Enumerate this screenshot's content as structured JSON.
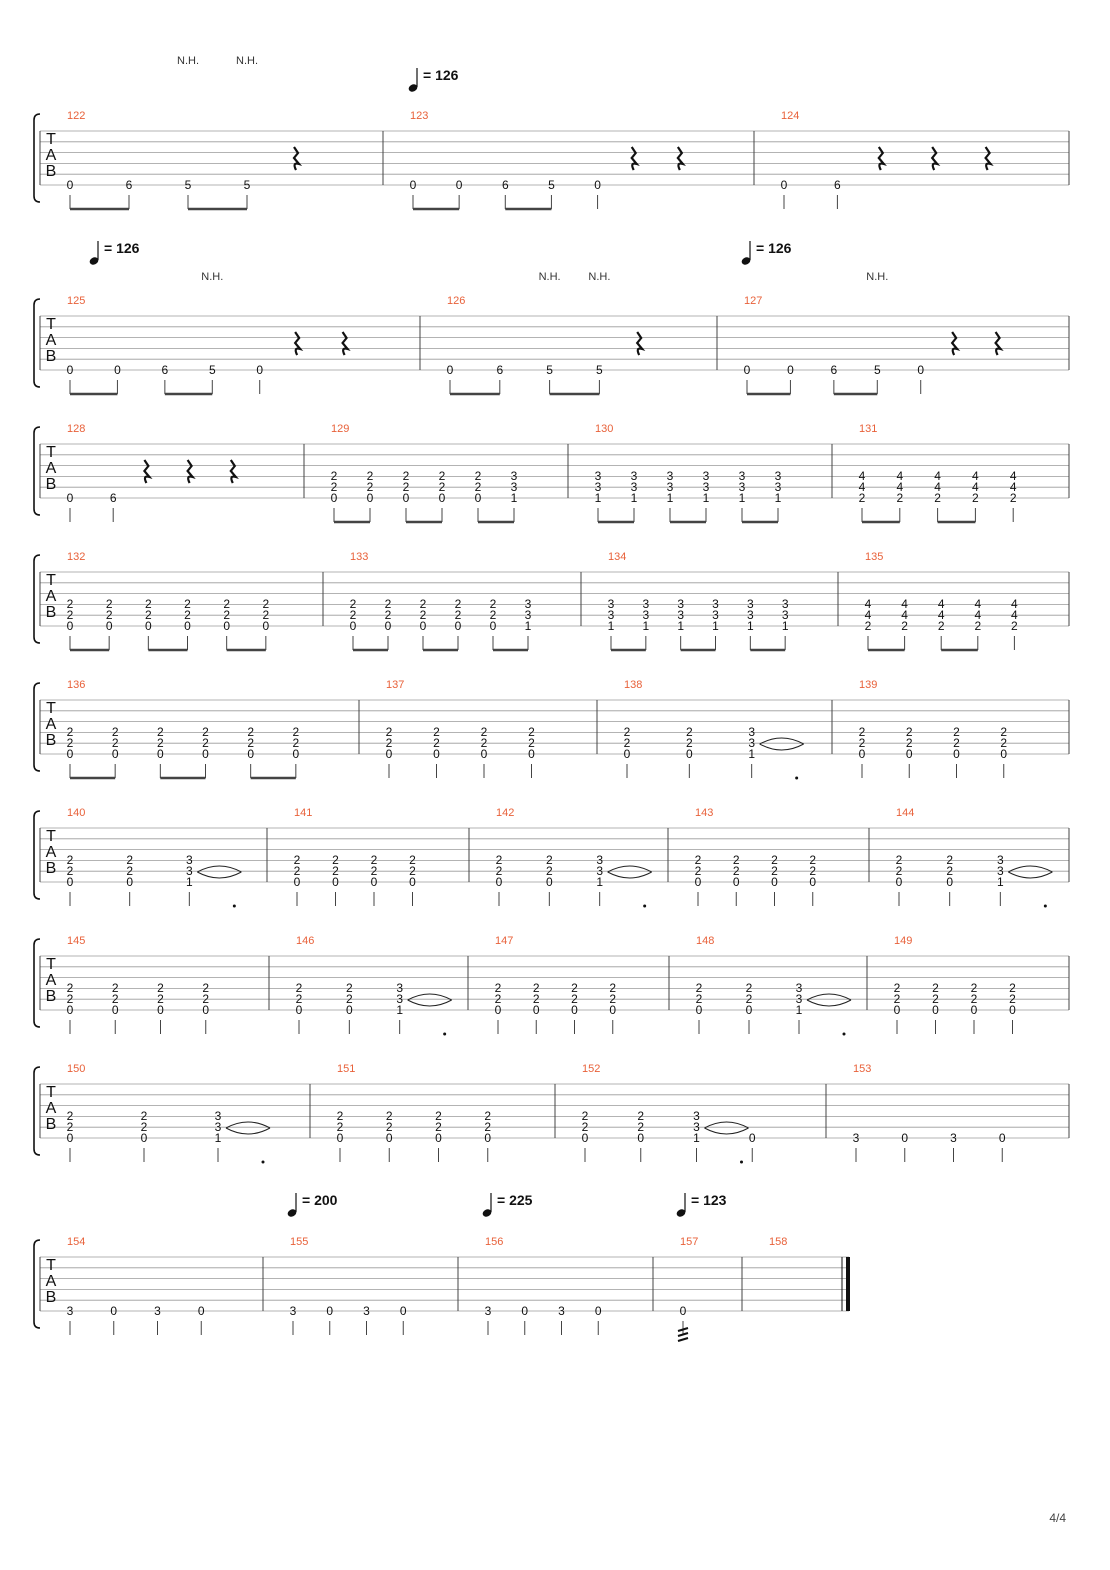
{
  "page_number": "4/4",
  "tab_clef": [
    "T",
    "A",
    "B"
  ],
  "nh_label": "N.H.",
  "tempo_markings": [
    {
      "system": 0,
      "value": "= 126"
    },
    {
      "system": 1,
      "value": "= 126"
    },
    {
      "system": 1,
      "value": "= 126"
    },
    {
      "system": 8,
      "value": "= 200"
    },
    {
      "system": 8,
      "value": "= 225"
    },
    {
      "system": 8,
      "value": "= 123"
    }
  ],
  "systems": [
    {
      "measures": [
        {
          "number": "122",
          "notes": [
            [
              "0"
            ],
            [
              "6"
            ],
            [
              "5"
            ],
            [
              "5"
            ]
          ],
          "rests": 1,
          "nh": [
            2,
            3
          ]
        },
        {
          "number": "123",
          "notes": [
            [
              "0"
            ],
            [
              "0"
            ],
            [
              "6"
            ],
            [
              "5"
            ],
            [
              "0"
            ]
          ],
          "rests": 2
        },
        {
          "number": "124",
          "notes": [
            [
              "0"
            ],
            [
              "6"
            ]
          ],
          "rests": 3,
          "nh_end": true
        }
      ]
    },
    {
      "measures": [
        {
          "number": "125",
          "notes": [
            [
              "0"
            ],
            [
              "0"
            ],
            [
              "6"
            ],
            [
              "5"
            ],
            [
              "0"
            ]
          ],
          "rests": 2,
          "nh": [
            3
          ]
        },
        {
          "number": "126",
          "notes": [
            [
              "0"
            ],
            [
              "6"
            ],
            [
              "5"
            ],
            [
              "5"
            ]
          ],
          "rests": 1,
          "nh": [
            2,
            3
          ]
        },
        {
          "number": "127",
          "notes": [
            [
              "0"
            ],
            [
              "0"
            ],
            [
              "6"
            ],
            [
              "5"
            ],
            [
              "0"
            ]
          ],
          "rests": 2,
          "nh": [
            3
          ]
        }
      ]
    },
    {
      "measures": [
        {
          "number": "128",
          "notes": [
            [
              "0"
            ],
            [
              "6"
            ]
          ],
          "rests": 3
        },
        {
          "number": "129",
          "notes": [
            [
              "2",
              "2",
              "0"
            ],
            [
              "2",
              "2",
              "0"
            ],
            [
              "2",
              "2",
              "0"
            ],
            [
              "2",
              "2",
              "0"
            ],
            [
              "2",
              "2",
              "0"
            ],
            [
              "3",
              "3",
              "1"
            ]
          ]
        },
        {
          "number": "130",
          "notes": [
            [
              "3",
              "3",
              "1"
            ],
            [
              "3",
              "3",
              "1"
            ],
            [
              "3",
              "3",
              "1"
            ],
            [
              "3",
              "3",
              "1"
            ],
            [
              "3",
              "3",
              "1"
            ],
            [
              "3",
              "3",
              "1"
            ]
          ]
        },
        {
          "number": "131",
          "notes": [
            [
              "4",
              "4",
              "2"
            ],
            [
              "4",
              "4",
              "2"
            ],
            [
              "4",
              "4",
              "2"
            ],
            [
              "4",
              "4",
              "2"
            ],
            [
              "4",
              "4",
              "2"
            ]
          ]
        }
      ]
    },
    {
      "measures": [
        {
          "number": "132",
          "notes": [
            [
              "2",
              "2",
              "0"
            ],
            [
              "2",
              "2",
              "0"
            ],
            [
              "2",
              "2",
              "0"
            ],
            [
              "2",
              "2",
              "0"
            ],
            [
              "2",
              "2",
              "0"
            ],
            [
              "2",
              "2",
              "0"
            ]
          ]
        },
        {
          "number": "133",
          "notes": [
            [
              "2",
              "2",
              "0"
            ],
            [
              "2",
              "2",
              "0"
            ],
            [
              "2",
              "2",
              "0"
            ],
            [
              "2",
              "2",
              "0"
            ],
            [
              "2",
              "2",
              "0"
            ],
            [
              "3",
              "3",
              "1"
            ]
          ]
        },
        {
          "number": "134",
          "notes": [
            [
              "3",
              "3",
              "1"
            ],
            [
              "3",
              "3",
              "1"
            ],
            [
              "3",
              "3",
              "1"
            ],
            [
              "3",
              "3",
              "1"
            ],
            [
              "3",
              "3",
              "1"
            ],
            [
              "3",
              "3",
              "1"
            ]
          ]
        },
        {
          "number": "135",
          "notes": [
            [
              "4",
              "4",
              "2"
            ],
            [
              "4",
              "4",
              "2"
            ],
            [
              "4",
              "4",
              "2"
            ],
            [
              "4",
              "4",
              "2"
            ],
            [
              "4",
              "4",
              "2"
            ]
          ]
        }
      ]
    },
    {
      "measures": [
        {
          "number": "136",
          "notes": [
            [
              "2",
              "2",
              "0"
            ],
            [
              "2",
              "2",
              "0"
            ],
            [
              "2",
              "2",
              "0"
            ],
            [
              "2",
              "2",
              "0"
            ],
            [
              "2",
              "2",
              "0"
            ],
            [
              "2",
              "2",
              "0"
            ]
          ]
        },
        {
          "number": "137",
          "notes": [
            [
              "2",
              "2",
              "0"
            ],
            [
              "2",
              "2",
              "0"
            ],
            [
              "2",
              "2",
              "0"
            ],
            [
              "2",
              "2",
              "0"
            ]
          ]
        },
        {
          "number": "138",
          "notes": [
            [
              "2",
              "2",
              "0"
            ],
            [
              "2",
              "2",
              "0"
            ],
            [
              "3",
              "3",
              "1"
            ]
          ],
          "tie": true
        },
        {
          "number": "139",
          "notes": [
            [
              "2",
              "2",
              "0"
            ],
            [
              "2",
              "2",
              "0"
            ],
            [
              "2",
              "2",
              "0"
            ],
            [
              "2",
              "2",
              "0"
            ]
          ]
        }
      ]
    },
    {
      "measures": [
        {
          "number": "140",
          "notes": [
            [
              "2",
              "2",
              "0"
            ],
            [
              "2",
              "2",
              "0"
            ],
            [
              "3",
              "3",
              "1"
            ]
          ],
          "tie": true
        },
        {
          "number": "141",
          "notes": [
            [
              "2",
              "2",
              "0"
            ],
            [
              "2",
              "2",
              "0"
            ],
            [
              "2",
              "2",
              "0"
            ],
            [
              "2",
              "2",
              "0"
            ]
          ]
        },
        {
          "number": "142",
          "notes": [
            [
              "2",
              "2",
              "0"
            ],
            [
              "2",
              "2",
              "0"
            ],
            [
              "3",
              "3",
              "1"
            ]
          ],
          "tie": true
        },
        {
          "number": "143",
          "notes": [
            [
              "2",
              "2",
              "0"
            ],
            [
              "2",
              "2",
              "0"
            ],
            [
              "2",
              "2",
              "0"
            ],
            [
              "2",
              "2",
              "0"
            ]
          ]
        },
        {
          "number": "144",
          "notes": [
            [
              "2",
              "2",
              "0"
            ],
            [
              "2",
              "2",
              "0"
            ],
            [
              "3",
              "3",
              "1"
            ]
          ],
          "tie": true
        }
      ]
    },
    {
      "measures": [
        {
          "number": "145",
          "notes": [
            [
              "2",
              "2",
              "0"
            ],
            [
              "2",
              "2",
              "0"
            ],
            [
              "2",
              "2",
              "0"
            ],
            [
              "2",
              "2",
              "0"
            ]
          ]
        },
        {
          "number": "146",
          "notes": [
            [
              "2",
              "2",
              "0"
            ],
            [
              "2",
              "2",
              "0"
            ],
            [
              "3",
              "3",
              "1"
            ]
          ],
          "tie": true
        },
        {
          "number": "147",
          "notes": [
            [
              "2",
              "2",
              "0"
            ],
            [
              "2",
              "2",
              "0"
            ],
            [
              "2",
              "2",
              "0"
            ],
            [
              "2",
              "2",
              "0"
            ]
          ]
        },
        {
          "number": "148",
          "notes": [
            [
              "2",
              "2",
              "0"
            ],
            [
              "2",
              "2",
              "0"
            ],
            [
              "3",
              "3",
              "1"
            ]
          ],
          "tie": true
        },
        {
          "number": "149",
          "notes": [
            [
              "2",
              "2",
              "0"
            ],
            [
              "2",
              "2",
              "0"
            ],
            [
              "2",
              "2",
              "0"
            ],
            [
              "2",
              "2",
              "0"
            ]
          ]
        }
      ]
    },
    {
      "measures": [
        {
          "number": "150",
          "notes": [
            [
              "2",
              "2",
              "0"
            ],
            [
              "2",
              "2",
              "0"
            ],
            [
              "3",
              "3",
              "1"
            ]
          ],
          "tie": true
        },
        {
          "number": "151",
          "notes": [
            [
              "2",
              "2",
              "0"
            ],
            [
              "2",
              "2",
              "0"
            ],
            [
              "2",
              "2",
              "0"
            ],
            [
              "2",
              "2",
              "0"
            ]
          ]
        },
        {
          "number": "152",
          "notes": [
            [
              "2",
              "2",
              "0"
            ],
            [
              "2",
              "2",
              "0"
            ],
            [
              "3",
              "3",
              "1"
            ],
            [
              "0"
            ]
          ],
          "tie": true
        },
        {
          "number": "153",
          "notes": [
            [
              "3"
            ],
            [
              "0"
            ],
            [
              "3"
            ],
            [
              "0"
            ]
          ]
        }
      ]
    },
    {
      "measures": [
        {
          "number": "154",
          "notes": [
            [
              "3"
            ],
            [
              "0"
            ],
            [
              "3"
            ],
            [
              "0"
            ]
          ]
        },
        {
          "number": "155",
          "notes": [
            [
              "3"
            ],
            [
              "0"
            ],
            [
              "3"
            ],
            [
              "0"
            ]
          ]
        },
        {
          "number": "156",
          "notes": [
            [
              "3"
            ],
            [
              "0"
            ],
            [
              "3"
            ],
            [
              "0"
            ]
          ]
        },
        {
          "number": "157",
          "notes": [
            [
              "0"
            ]
          ],
          "tremolo": true
        },
        {
          "number": "158",
          "notes": []
        }
      ]
    }
  ]
}
